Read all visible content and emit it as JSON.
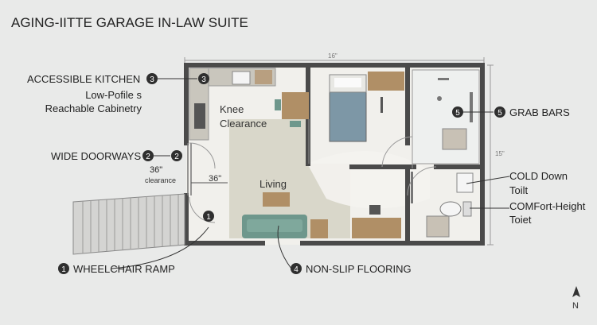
{
  "title": "AGING-IITTE GARAGE IN-LAW SUITE",
  "dimensions": {
    "width": "16\"",
    "height": "15\""
  },
  "rooms": {
    "kitchen_note": [
      "Knee",
      "Clearance"
    ],
    "living": "Living"
  },
  "callouts": {
    "accessible_kitchen": {
      "num": "3",
      "label": "ACCESSIBLE KITCHEN"
    },
    "cabinetry": [
      "Low-Pofile s",
      "Reachable Cabinetry"
    ],
    "wide_doorways": {
      "num": "2",
      "label": "WIDE DOORWAYS"
    },
    "door_width": "36\"",
    "door_clearance": [
      "36\"",
      "clearance"
    ],
    "grab_bars": {
      "num": "5",
      "label": "GRAB BARS"
    },
    "toilet_1": [
      "COLD Down",
      "Toilt"
    ],
    "toilet_2": [
      "COMFort-Height",
      "Toiet"
    ],
    "wheelchair_ramp": {
      "num": "1",
      "label": "WHEELCHAIR RAMP"
    },
    "flooring": {
      "num": "4",
      "label": "NON-SLIP FLOORING"
    }
  },
  "compass": "N",
  "colors": {
    "wall": "#4a4a4a",
    "floor": "#f1f0ec",
    "living_floor": "#d9d7ca",
    "sofa": "#6e978c",
    "bed": "#7d97a6",
    "wood": "#b08f66",
    "badge": "#2f2f2f"
  }
}
